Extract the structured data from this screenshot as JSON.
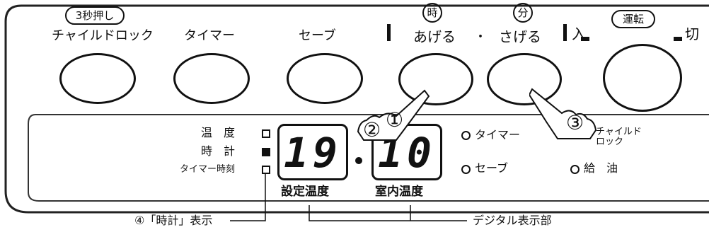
{
  "buttons": {
    "childlock": {
      "note": "3秒押し",
      "label": "チャイルドロック"
    },
    "timer": {
      "label": "タイマー"
    },
    "save": {
      "label": "セーブ"
    },
    "up": {
      "note": "時",
      "label": "あげる"
    },
    "down": {
      "note": "分",
      "label": "さげる"
    },
    "power": {
      "note": "運転",
      "on_label": "入",
      "off_label": "切"
    }
  },
  "separator_dot": "・",
  "display": {
    "indicator_temp": "温　度",
    "indicator_clock": "時　計",
    "indicator_timer_time": "タイマー時刻",
    "digits_left": "19",
    "digits_right": "10",
    "label_set_temp": "設定温度",
    "label_room_temp": "室内温度",
    "lamp_timer": "タイマー",
    "lamp_save": "セーブ",
    "lamp_childlock": "チャイルド\nロック",
    "lamp_fuel": "給　油"
  },
  "steps": {
    "one": "①",
    "two": "②",
    "three": "③"
  },
  "callouts": {
    "clock_display": "④「時計」表示",
    "digital_display": "デジタル表示部"
  }
}
